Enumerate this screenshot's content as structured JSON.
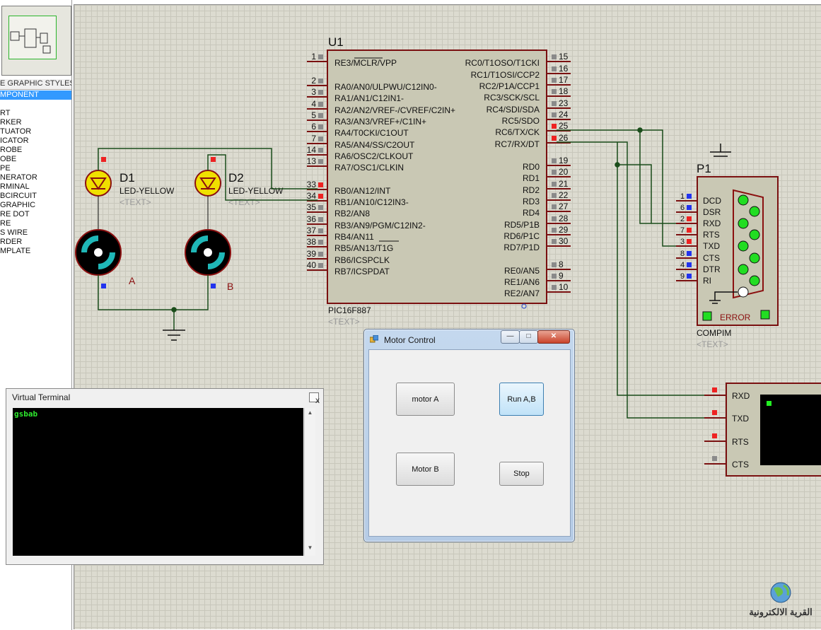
{
  "left_panel": {
    "tabs_text": "E GRAPHIC STYLES",
    "items": [
      "MPONENT",
      "RT",
      "RKER",
      "TUATOR",
      "ICATOR",
      "ROBE",
      "OBE",
      "PE",
      "NERATOR",
      "RMINAL",
      "BCIRCUIT",
      "GRAPHIC",
      "RE DOT",
      "RE",
      "S WIRE",
      "RDER",
      "MPLATE"
    ]
  },
  "schematic": {
    "u1": {
      "ref": "U1",
      "part": "PIC16F887",
      "text_placeholder": "<TEXT>",
      "left_pins": [
        {
          "num": "1",
          "name": "RE3/MCLR/VPP"
        },
        {
          "num": "2",
          "name": "RA0/AN0/ULPWU/C12IN0-"
        },
        {
          "num": "3",
          "name": "RA1/AN1/C12IN1-"
        },
        {
          "num": "4",
          "name": "RA2/AN2/VREF-/CVREF/C2IN+"
        },
        {
          "num": "5",
          "name": "RA3/AN3/VREF+/C1IN+"
        },
        {
          "num": "6",
          "name": "RA4/T0CKI/C1OUT"
        },
        {
          "num": "7",
          "name": "RA5/AN4/SS/C2OUT"
        },
        {
          "num": "14",
          "name": "RA6/OSC2/CLKOUT"
        },
        {
          "num": "13",
          "name": "RA7/OSC1/CLKIN"
        },
        {
          "num": "33",
          "name": "RB0/AN12/INT"
        },
        {
          "num": "34",
          "name": "RB1/AN10/C12IN3-"
        },
        {
          "num": "35",
          "name": "RB2/AN8"
        },
        {
          "num": "36",
          "name": "RB3/AN9/PGM/C12IN2-"
        },
        {
          "num": "37",
          "name": "RB4/AN11"
        },
        {
          "num": "38",
          "name": "RB5/AN13/T1G"
        },
        {
          "num": "39",
          "name": "RB6/ICSPCLK"
        },
        {
          "num": "40",
          "name": "RB7/ICSPDAT"
        }
      ],
      "right_pins": [
        {
          "num": "15",
          "name": "RC0/T1OSO/T1CKI"
        },
        {
          "num": "16",
          "name": "RC1/T1OSI/CCP2"
        },
        {
          "num": "17",
          "name": "RC2/P1A/CCP1"
        },
        {
          "num": "18",
          "name": "RC3/SCK/SCL"
        },
        {
          "num": "23",
          "name": "RC4/SDI/SDA"
        },
        {
          "num": "24",
          "name": "RC5/SDO"
        },
        {
          "num": "25",
          "name": "RC6/TX/CK"
        },
        {
          "num": "26",
          "name": "RC7/RX/DT"
        },
        {
          "num": "19",
          "name": "RD0"
        },
        {
          "num": "20",
          "name": "RD1"
        },
        {
          "num": "21",
          "name": "RD2"
        },
        {
          "num": "22",
          "name": "RD3"
        },
        {
          "num": "27",
          "name": "RD4"
        },
        {
          "num": "28",
          "name": "RD5/P1B"
        },
        {
          "num": "29",
          "name": "RD6/P1C"
        },
        {
          "num": "30",
          "name": "RD7/P1D"
        },
        {
          "num": "8",
          "name": "RE0/AN5"
        },
        {
          "num": "9",
          "name": "RE1/AN6"
        },
        {
          "num": "10",
          "name": "RE2/AN7"
        }
      ]
    },
    "d1": {
      "ref": "D1",
      "part": "LED-YELLOW",
      "text": "<TEXT>"
    },
    "d2": {
      "ref": "D2",
      "part": "LED-YELLOW",
      "text": "<TEXT>"
    },
    "motor_a_label": "A",
    "motor_b_label": "B",
    "p1": {
      "ref": "P1",
      "part": "COMPIM",
      "text": "<TEXT>",
      "error_label": "ERROR",
      "pins": [
        {
          "num": "1",
          "name": "DCD"
        },
        {
          "num": "6",
          "name": "DSR"
        },
        {
          "num": "2",
          "name": "RXD"
        },
        {
          "num": "7",
          "name": "RTS"
        },
        {
          "num": "3",
          "name": "TXD"
        },
        {
          "num": "8",
          "name": "CTS"
        },
        {
          "num": "4",
          "name": "DTR"
        },
        {
          "num": "9",
          "name": "RI"
        }
      ]
    },
    "vt_part": {
      "pins": [
        "RXD",
        "TXD",
        "RTS",
        "CTS"
      ]
    }
  },
  "virtual_terminal": {
    "title": "Virtual Terminal",
    "close_label": "x",
    "content": "gsbab"
  },
  "motor_control": {
    "title": "Motor Control",
    "buttons": {
      "motor_a": "motor A",
      "run_ab": "Run A,B",
      "motor_b": "Motor B",
      "stop": "Stop"
    }
  },
  "watermark": {
    "text": "القرية الالكترونية"
  }
}
